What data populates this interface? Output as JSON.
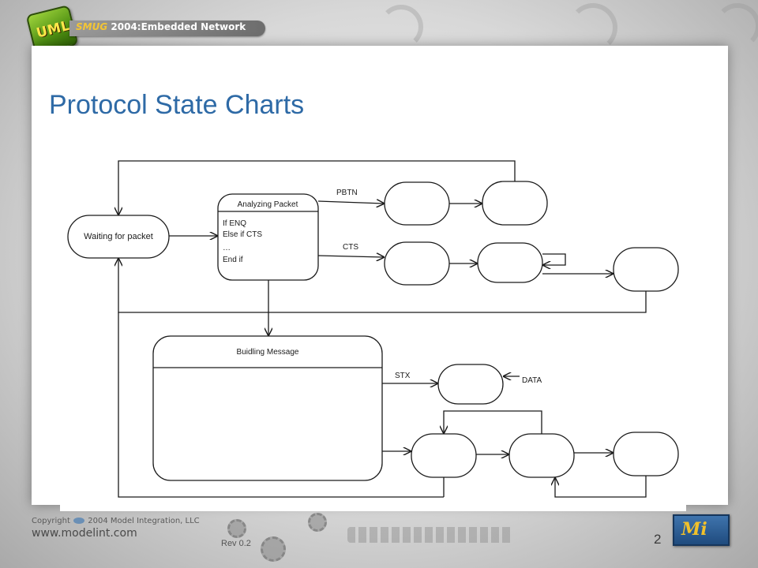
{
  "header": {
    "logo_text": "UML",
    "conference_highlight": "SMUG",
    "conference_rest": "2004:Embedded Network"
  },
  "slide": {
    "title": "Protocol State Charts"
  },
  "diagram": {
    "states": {
      "waiting": "Waiting for packet",
      "analyzing": "Analyzing Packet",
      "building": "Buidling Message"
    },
    "analyzing_body": [
      "If ENQ",
      "Else if CTS",
      "…",
      "End if"
    ],
    "transitions": {
      "pbtn": "PBTN",
      "cts": "CTS",
      "stx": "STX",
      "data": "DATA"
    }
  },
  "footer": {
    "copyright_prefix": "Copyright",
    "copyright_suffix": "2004 Model Integration, LLC",
    "url": "www.modelint.com",
    "revision": "Rev 0.2",
    "page_number": "2"
  },
  "colors": {
    "title": "#2e6aa6",
    "ink": "#1a1a1a"
  }
}
